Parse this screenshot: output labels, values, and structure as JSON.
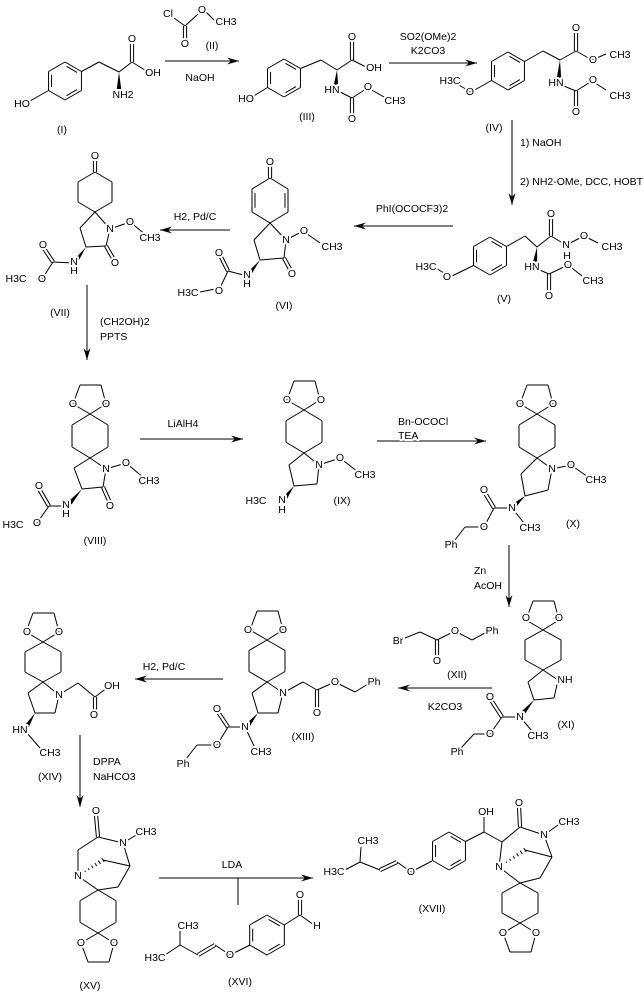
{
  "compounds": {
    "I": {
      "label": "(I)",
      "atoms": [
        "HO",
        "NH2",
        "OH",
        "O"
      ]
    },
    "II": {
      "label": "(II)",
      "atoms": [
        "Cl",
        "O",
        "O",
        "CH3"
      ]
    },
    "III": {
      "label": "(III)",
      "atoms": [
        "HO",
        "O",
        "OH",
        "HN",
        "O",
        "O",
        "CH3"
      ]
    },
    "IV": {
      "label": "(IV)",
      "atoms": [
        "H3C",
        "O",
        "O",
        "O",
        "CH3",
        "HN",
        "O",
        "O",
        "CH3"
      ]
    },
    "V": {
      "label": "(V)",
      "atoms": [
        "H3C",
        "O",
        "O",
        "N",
        "H",
        "O",
        "CH3",
        "HN",
        "O",
        "O",
        "CH3"
      ]
    },
    "VI": {
      "label": "(VI)",
      "atoms": [
        "O",
        "N",
        "O",
        "CH3",
        "O",
        "N",
        "H",
        "O",
        "O",
        "H3C"
      ]
    },
    "VII": {
      "label": "(VII)",
      "atoms": [
        "O",
        "N",
        "O",
        "CH3",
        "O",
        "N",
        "H",
        "O",
        "O",
        "H3C"
      ]
    },
    "VIII": {
      "label": "(VIII)",
      "atoms": [
        "O",
        "O",
        "N",
        "O",
        "CH3",
        "O",
        "N",
        "H",
        "O",
        "O",
        "H3C"
      ]
    },
    "IX": {
      "label": "(IX)",
      "atoms": [
        "O",
        "O",
        "N",
        "O",
        "CH3",
        "N",
        "H",
        "H3C"
      ]
    },
    "X": {
      "label": "(X)",
      "atoms": [
        "O",
        "O",
        "N",
        "O",
        "CH3",
        "N",
        "CH3",
        "O",
        "O",
        "Ph"
      ]
    },
    "XI": {
      "label": "(XI)",
      "atoms": [
        "O",
        "O",
        "NH",
        "N",
        "CH3",
        "O",
        "O",
        "Ph"
      ]
    },
    "XII": {
      "label": "(XII)",
      "atoms": [
        "Br",
        "O",
        "O",
        "Ph"
      ]
    },
    "XIII": {
      "label": "(XIII)",
      "atoms": [
        "O",
        "O",
        "N",
        "O",
        "O",
        "Ph",
        "N",
        "CH3",
        "O",
        "O",
        "Ph"
      ]
    },
    "XIV": {
      "label": "(XIV)",
      "atoms": [
        "O",
        "O",
        "N",
        "HN",
        "CH3",
        "O",
        "OH"
      ]
    },
    "XV": {
      "label": "(XV)",
      "atoms": [
        "O",
        "N",
        "CH3",
        "N",
        "O",
        "O"
      ]
    },
    "XVI": {
      "label": "(XVI)",
      "atoms": [
        "O",
        "H",
        "O",
        "CH3",
        "H3C"
      ]
    },
    "XVII": {
      "label": "(XVII)",
      "atoms": [
        "H3C",
        "CH3",
        "O",
        "OH",
        "O",
        "N",
        "CH3",
        "N",
        "O",
        "O"
      ]
    }
  },
  "steps": [
    {
      "reagents": [
        "NaOH"
      ]
    },
    {
      "reagents": [
        "SO2(OMe)2",
        "K2CO3"
      ]
    },
    {
      "reagents": [
        "1)  NaOH",
        "2) NH2-OMe, DCC, HOBT"
      ]
    },
    {
      "reagents": [
        "PhI(OCOCF3)2"
      ]
    },
    {
      "reagents": [
        "H2,  Pd/C"
      ]
    },
    {
      "reagents": [
        "(CH2OH)2",
        "PPTS"
      ]
    },
    {
      "reagents": [
        "LiAlH4"
      ]
    },
    {
      "reagents": [
        "Bn-OCOCl",
        "TEA"
      ]
    },
    {
      "reagents": [
        "Zn",
        "AcOH"
      ]
    },
    {
      "reagents": [
        "DPPA",
        "NaHCO3"
      ]
    },
    {
      "reagents": [
        "H2,  Pd/C"
      ]
    },
    {
      "reagents": [
        "K2CO3"
      ]
    },
    {
      "reagents": [
        "LDA"
      ]
    }
  ]
}
